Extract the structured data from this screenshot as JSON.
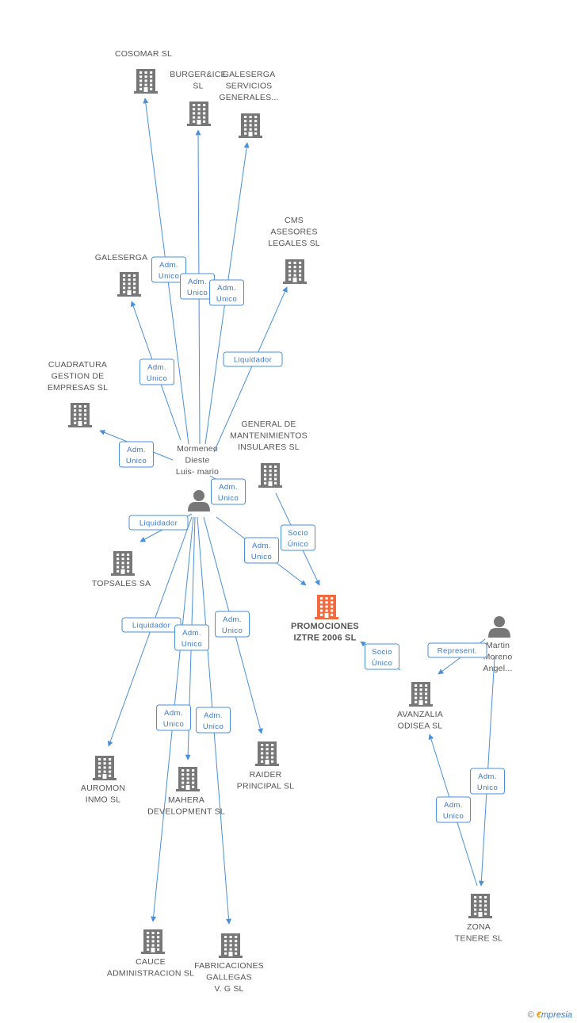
{
  "colors": {
    "edge": "#4a90d9",
    "building": "#777777",
    "focus_building": "#f26a3d",
    "person": "#777777"
  },
  "focus_node": "promociones",
  "nodes": [
    {
      "id": "cosomar",
      "type": "company",
      "lines": [
        "COSOMAR SL"
      ]
    },
    {
      "id": "burger",
      "type": "company",
      "lines": [
        "BURGER&ICE",
        "SL"
      ]
    },
    {
      "id": "galeserga_serv",
      "type": "company",
      "lines": [
        "GALESERGA",
        "SERVICIOS",
        "GENERALES..."
      ]
    },
    {
      "id": "cms",
      "type": "company",
      "lines": [
        "CMS",
        "ASESORES",
        "LEGALES SL"
      ]
    },
    {
      "id": "galeserga",
      "type": "company",
      "lines": [
        "GALESERGA"
      ]
    },
    {
      "id": "cuadratura",
      "type": "company",
      "lines": [
        "CUADRATURA",
        "GESTION DE",
        "EMPRESAS SL"
      ]
    },
    {
      "id": "general",
      "type": "company",
      "lines": [
        "GENERAL DE",
        "MANTENIMIENTOS",
        "INSULARES SL"
      ]
    },
    {
      "id": "mormeneo",
      "type": "person",
      "lines": [
        "Mormeneo",
        "Dieste",
        "Luis- mario"
      ]
    },
    {
      "id": "topsales",
      "type": "company",
      "lines": [
        "TOPSALES SA"
      ]
    },
    {
      "id": "promociones",
      "type": "company",
      "lines": [
        "PROMOCIONES",
        "IZTRE 2006 SL"
      ]
    },
    {
      "id": "martin",
      "type": "person",
      "lines": [
        "Martin",
        "Moreno",
        "Angel..."
      ]
    },
    {
      "id": "avanzalia",
      "type": "company",
      "lines": [
        "AVANZALIA",
        "ODISEA SL"
      ]
    },
    {
      "id": "auromon",
      "type": "company",
      "lines": [
        "AUROMON",
        "INMO SL"
      ]
    },
    {
      "id": "mahera",
      "type": "company",
      "lines": [
        "MAHERA",
        "DEVELOPMENT SL"
      ]
    },
    {
      "id": "raider",
      "type": "company",
      "lines": [
        "RAIDER",
        "PRINCIPAL SL"
      ]
    },
    {
      "id": "cauce",
      "type": "company",
      "lines": [
        "CAUCE",
        "ADMINISTRACION SL"
      ]
    },
    {
      "id": "fabricaciones",
      "type": "company",
      "lines": [
        "FABRICACIONES",
        "GALLEGAS",
        "V. G SL"
      ]
    },
    {
      "id": "zona",
      "type": "company",
      "lines": [
        "ZONA",
        "TENERE SL"
      ]
    }
  ],
  "edges": [
    {
      "from": "mormeneo",
      "to": "cosomar",
      "label": [
        "Adm.",
        "Unico"
      ]
    },
    {
      "from": "mormeneo",
      "to": "burger",
      "label": [
        "Adm.",
        "Unico"
      ]
    },
    {
      "from": "mormeneo",
      "to": "galeserga_serv",
      "label": [
        "Adm.",
        "Unico"
      ]
    },
    {
      "from": "mormeneo",
      "to": "cms",
      "label": [
        "Liquidador"
      ]
    },
    {
      "from": "mormeneo",
      "to": "galeserga",
      "label": [
        "Adm.",
        "Unico"
      ]
    },
    {
      "from": "mormeneo",
      "to": "cuadratura",
      "label": [
        "Adm.",
        "Unico"
      ]
    },
    {
      "from": "mormeneo",
      "to": "topsales",
      "label": [
        "Liquidador"
      ]
    },
    {
      "from": "mormeneo",
      "to": "promociones",
      "label": [
        "Adm.",
        "Unico"
      ]
    },
    {
      "from": "general",
      "to": "promociones",
      "label": [
        "Socio",
        "Único"
      ]
    },
    {
      "from": "mormeneo",
      "to": "auromon",
      "label": [
        "Liquidador"
      ]
    },
    {
      "from": "mormeneo",
      "to": "mahera",
      "label": [
        "Adm.",
        "Unico"
      ]
    },
    {
      "from": "mormeneo",
      "to": "raider",
      "label": [
        "Adm.",
        "Unico"
      ]
    },
    {
      "from": "mormeneo",
      "to": "cauce",
      "label": [
        "Adm.",
        "Unico"
      ]
    },
    {
      "from": "mormeneo",
      "to": "fabricaciones",
      "label": [
        "Adm.",
        "Unico"
      ]
    },
    {
      "from": "mormeneo",
      "to": "general",
      "label": [
        "Adm.",
        "Unico"
      ]
    },
    {
      "from": "avanzalia",
      "to": "promociones",
      "label": [
        "Socio",
        "Único"
      ]
    },
    {
      "from": "martin",
      "to": "avanzalia",
      "label": [
        "Represent."
      ]
    },
    {
      "from": "martin",
      "to": "zona",
      "label": [
        "Adm.",
        "Unico"
      ]
    },
    {
      "from": "zona",
      "to": "avanzalia",
      "label": [
        "Adm.",
        "Unico"
      ]
    }
  ],
  "footer": {
    "copyright_symbol": "©",
    "brand_initial": "€",
    "brand_rest": "mpresia"
  }
}
